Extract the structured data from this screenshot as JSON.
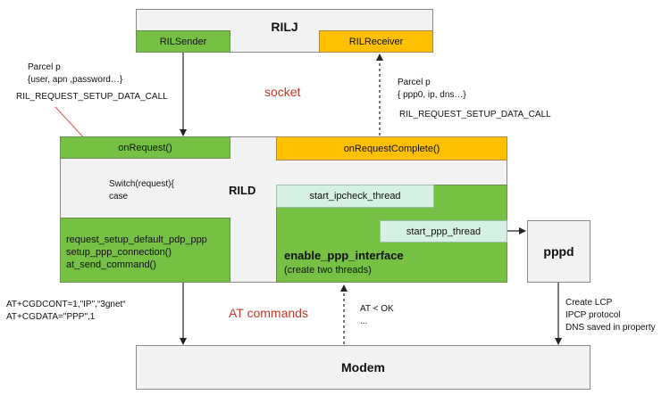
{
  "rilj": {
    "title": "RILJ",
    "sender": "RILSender",
    "receiver": "RILReceiver"
  },
  "rild": {
    "title": "RILD",
    "on_request": "onRequest()",
    "on_request_complete": "onRequestComplete()",
    "switch_line1": "Switch(request){",
    "switch_line2": "case",
    "functions": [
      "request_setup_default_pdp_ppp",
      "setup_ppp_connection()",
      "at_send_command()"
    ],
    "ipcheck_thread": "start_ipcheck_thread",
    "ppp_thread": "start_ppp_thread",
    "enable_interface": "enable_ppp_interface",
    "enable_note": "(create two threads)"
  },
  "pppd": {
    "title": "pppd"
  },
  "modem": {
    "title": "Modem"
  },
  "labels": {
    "socket": "socket",
    "at_commands": "AT commands",
    "parcel_out_1": "Parcel p",
    "parcel_out_2": "{user, apn ,password…}",
    "request_out": "RIL_REQUEST_SETUP_DATA_CALL",
    "parcel_in_1": "Parcel p",
    "parcel_in_2": "{ ppp0, ip,  dns…}",
    "request_in": "RIL_REQUEST_SETUP_DATA_CALL",
    "at_cmd_1": "AT+CGDCONT=1,\"IP\",“3gnet“",
    "at_cmd_2": "AT+CGDATA=\"PPP\",1",
    "at_reply_1": "AT < OK",
    "at_reply_2": "...",
    "pppd_note_1": "Create LCP",
    "pppd_note_2": "IPCP protocol",
    "pppd_note_3": "DNS saved in property"
  },
  "colors": {
    "green": "#76c043",
    "orange": "#ffc000",
    "mint": "#d6f0e3",
    "grey": "#f2f2f2",
    "accent_text": "#c0392b"
  }
}
